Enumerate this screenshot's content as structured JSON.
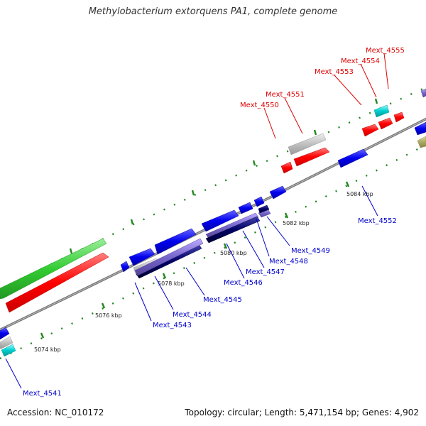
{
  "title": "Methylobacterium extorquens PA1, complete genome",
  "footer": {
    "accession": "Accession: NC_010172",
    "summary": "Topology: circular; Length: 5,471,154 bp; Genes: 4,902"
  },
  "colors": {
    "red_label": "#dd0000",
    "blue_label": "#0000cc",
    "feature_blue": "#0000ee",
    "feature_red": "#ff0000",
    "feature_green": "#33cc33",
    "feature_cyan": "#00cccc",
    "feature_gray": "#c0c0c0",
    "feature_lavender": "#7766cc",
    "feature_navy": "#000066",
    "feature_olive": "#aaaa66",
    "backbone": "#888888",
    "tick_green": "#228822"
  },
  "scale_labels": [
    {
      "text": "5074 kbp"
    },
    {
      "text": "5076 kbp"
    },
    {
      "text": "5078 kbp"
    },
    {
      "text": "5080 kbp"
    },
    {
      "text": "5082 kbp"
    },
    {
      "text": "5084 kbp"
    }
  ],
  "gene_labels": {
    "top": [
      "Mext_4550",
      "Mext_4551",
      "Mext_4553",
      "Mext_4554",
      "Mext_4555"
    ],
    "bottom": [
      "Mext_4541",
      "Mext_4543",
      "Mext_4544",
      "Mext_4545",
      "Mext_4546",
      "Mext_4547",
      "Mext_4548",
      "Mext_4549",
      "Mext_4552"
    ]
  }
}
